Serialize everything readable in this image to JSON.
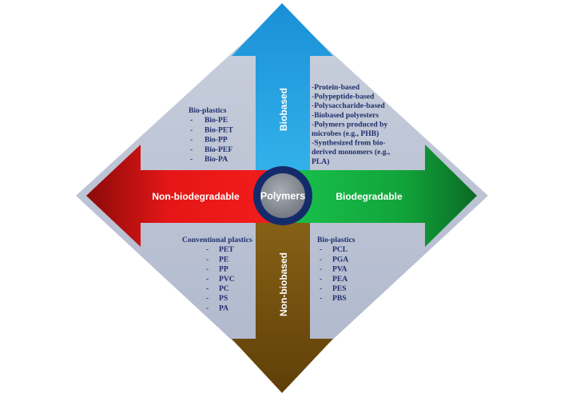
{
  "center": {
    "label": "Polymers"
  },
  "arrows": {
    "top": {
      "label": "Biobased",
      "color": "#1f9fe0"
    },
    "bottom": {
      "label": "Non-biobased",
      "color": "#7a5410"
    },
    "left": {
      "label": "Non-biodegradable",
      "color": "#e01010"
    },
    "right": {
      "label": "Biodegradable",
      "color": "#13a83c"
    }
  },
  "quadrants": {
    "top_left": {
      "title": "Bio-plastics",
      "items": [
        "Bio-PE",
        "Bio-PET",
        "Bio-PP",
        "Bio-PEF",
        "Bio-PA"
      ]
    },
    "top_right": {
      "lines": [
        "-Protein-based",
        "-Polypeptide-based",
        "-Polysaccharide-based",
        "-Biobased polyesters",
        "-Polymers produced by",
        "microbes (e.g., PHB)",
        "-Synthesized from bio-",
        "derived monomers (e.g.,",
        "PLA)"
      ]
    },
    "bottom_left": {
      "title": "Conventional plastics",
      "items": [
        "PET",
        "PE",
        "PP",
        "PVC",
        "PC",
        "PS",
        "PA"
      ]
    },
    "bottom_right": {
      "title": "Bio-plastics",
      "items": [
        "PCL",
        "PGA",
        "PVA",
        "PEA",
        "PES",
        "PBS"
      ]
    }
  },
  "colors": {
    "diamond": "#b9c1d3",
    "center_ring": "#142b6b",
    "center_fill": "#8e939c",
    "text": "#1f2f6b"
  }
}
